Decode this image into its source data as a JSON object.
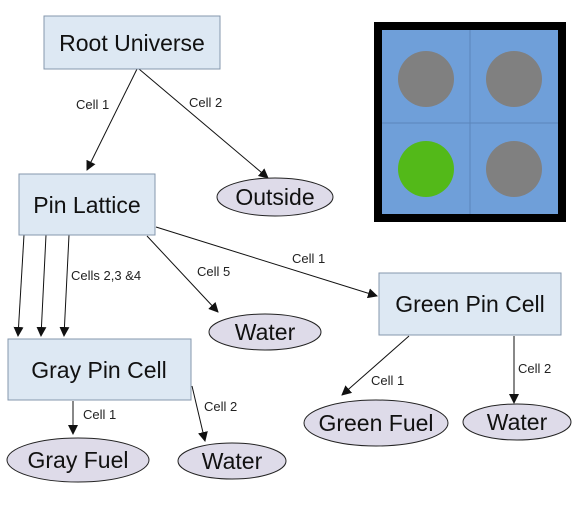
{
  "nodes": {
    "root_universe": "Root Universe",
    "pin_lattice": "Pin Lattice",
    "outside": "Outside",
    "water_lattice": "Water",
    "gray_pin_cell": "Gray Pin Cell",
    "green_pin_cell": "Green Pin Cell",
    "gray_fuel": "Gray Fuel",
    "water_gray": "Water",
    "green_fuel": "Green Fuel",
    "water_green": "Water"
  },
  "edges": {
    "root_to_lattice": "Cell 1",
    "root_to_outside": "Cell 2",
    "lattice_to_gray": "Cells 2,3 &4",
    "lattice_to_water": "Cell 5",
    "lattice_to_green": "Cell 1",
    "gray_to_fuel": "Cell 1",
    "gray_to_water": "Cell 2",
    "green_to_fuel": "Cell 1",
    "green_to_water": "Cell 2"
  },
  "lattice_preview": {
    "border_color": "#000000",
    "cell_color": "#6f9fd9",
    "pins": [
      "gray",
      "gray",
      "green",
      "gray"
    ],
    "pin_colors": {
      "gray": "#808080",
      "green": "#53b919"
    }
  },
  "colors": {
    "box_fill": "#dde8f3",
    "ellipse_fill": "#dedbe9"
  }
}
